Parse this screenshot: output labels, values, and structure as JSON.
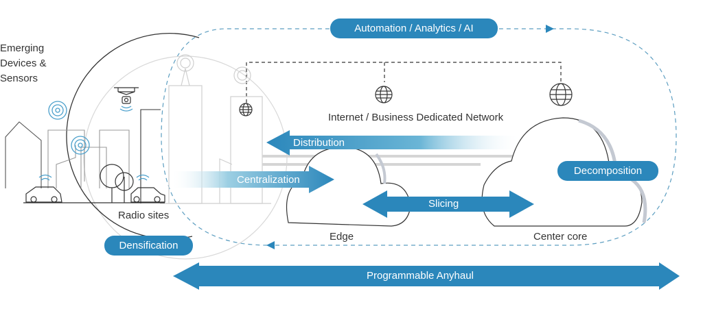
{
  "diagram": {
    "title_pill": "Automation / Analytics / AI",
    "devices_label": [
      "Emerging",
      "Devices &",
      "Sensors"
    ],
    "network_label": "Internet / Business Dedicated Network",
    "radio_sites_label": "Radio sites",
    "densification_pill": "Densification",
    "distribution_arrow": "Distribution",
    "centralization_arrow": "Centralization",
    "slicing_arrow": "Slicing",
    "decomposition_pill": "Decomposition",
    "edge_label": "Edge",
    "center_core_label": "Center core",
    "anyhaul_arrow": "Programmable Anyhaul"
  },
  "colors": {
    "accent": "#2b87bb",
    "line_dark": "#333333",
    "line_light": "#cccccc",
    "dashed": "#5b9dc0"
  },
  "icons": [
    "globe-icon",
    "drone-icon",
    "radio-signal-icon",
    "wifi-icon",
    "car-icon",
    "tree-icon",
    "building-icon",
    "cloud-icon"
  ]
}
